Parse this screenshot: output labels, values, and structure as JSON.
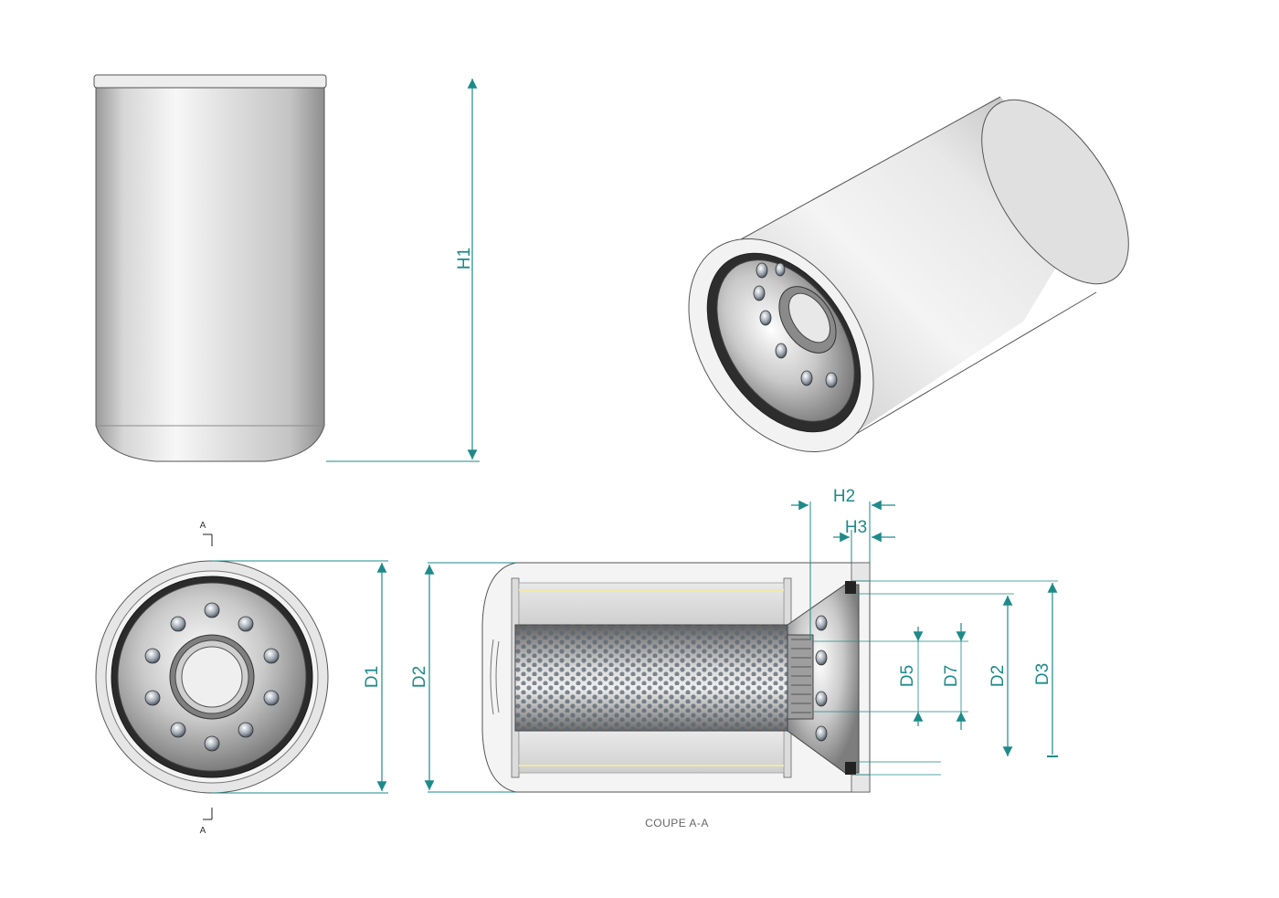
{
  "accent_color": "#1e8a8a",
  "dimensions": {
    "h1": "H1",
    "h2": "H2",
    "h3": "H3",
    "d1": "D1",
    "d2_left": "D2",
    "d5": "D5",
    "d7": "D7",
    "d2_right": "D2",
    "d3": "D3"
  },
  "section_marks": {
    "top": "A",
    "bottom": "A"
  },
  "section_caption": "COUPE A-A"
}
